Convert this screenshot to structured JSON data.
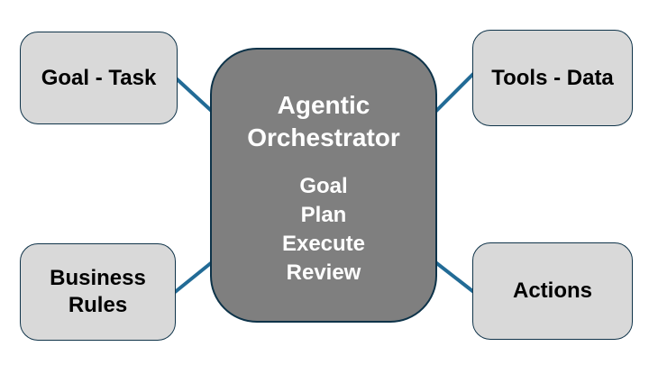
{
  "diagram": {
    "center": {
      "title": "Agentic Orchestrator",
      "steps": [
        "Goal",
        "Plan",
        "Execute",
        "Review"
      ]
    },
    "nodes": [
      {
        "id": "goal-task",
        "label": "Goal - Task",
        "position": "top-left"
      },
      {
        "id": "tools-data",
        "label": "Tools - Data",
        "position": "top-right"
      },
      {
        "id": "business-rules",
        "label": "Business Rules",
        "position": "bottom-left"
      },
      {
        "id": "actions",
        "label": "Actions",
        "position": "bottom-right"
      }
    ],
    "connectors": [
      {
        "from": "goal-task",
        "to": "agentic-orchestrator"
      },
      {
        "from": "tools-data",
        "to": "agentic-orchestrator"
      },
      {
        "from": "business-rules",
        "to": "agentic-orchestrator"
      },
      {
        "from": "actions",
        "to": "agentic-orchestrator"
      }
    ]
  },
  "colors": {
    "background": "#ffffff",
    "node-fill": "#d9d9d9",
    "node-border": "#10344a",
    "node-text": "#000000",
    "center-fill": "#7f7f7f",
    "center-border": "#0d3349",
    "center-text": "#ffffff",
    "connector": "#226b96"
  }
}
